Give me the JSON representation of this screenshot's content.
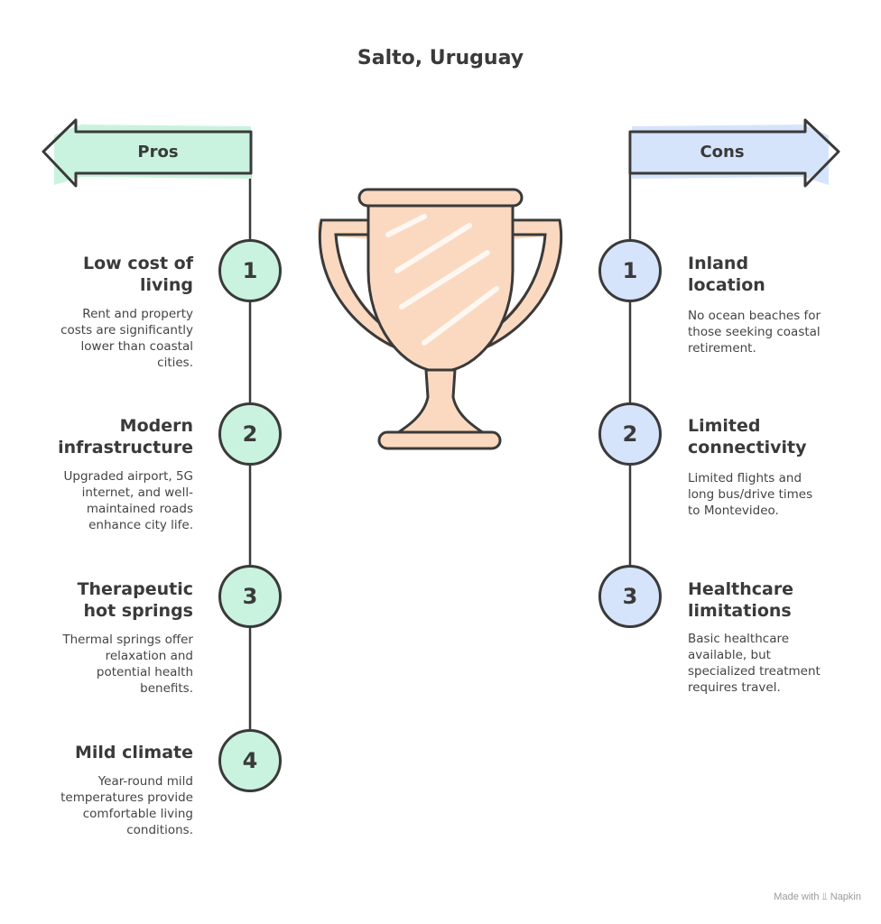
{
  "title": "Salto, Uruguay",
  "pros": {
    "label": "Pros",
    "items": [
      {
        "num": "1",
        "title_line1": "Low cost of",
        "title_line2": "living",
        "desc_lines": [
          "Rent and property",
          "costs are significantly",
          "lower than coastal",
          "cities."
        ]
      },
      {
        "num": "2",
        "title_line1": "Modern",
        "title_line2": "infrastructure",
        "desc_lines": [
          "Upgraded airport, 5G",
          "internet, and well-",
          "maintained roads",
          "enhance city life."
        ]
      },
      {
        "num": "3",
        "title_line1": "Therapeutic",
        "title_line2": "hot springs",
        "desc_lines": [
          "Thermal springs offer",
          "relaxation and",
          "potential health",
          "benefits."
        ]
      },
      {
        "num": "4",
        "title_line1": "Mild climate",
        "title_line2": "",
        "desc_lines": [
          "Year-round mild",
          "temperatures provide",
          "comfortable living",
          "conditions."
        ]
      }
    ]
  },
  "cons": {
    "label": "Cons",
    "items": [
      {
        "num": "1",
        "title_line1": "Inland",
        "title_line2": "location",
        "desc_lines": [
          "No ocean beaches for",
          "those seeking coastal",
          "retirement."
        ]
      },
      {
        "num": "2",
        "title_line1": "Limited",
        "title_line2": "connectivity",
        "desc_lines": [
          "Limited flights and",
          "long bus/drive times",
          "to Montevideo."
        ]
      },
      {
        "num": "3",
        "title_line1": "Healthcare",
        "title_line2": "limitations",
        "desc_lines": [
          "Basic healthcare",
          "available, but",
          "specialized treatment",
          "requires travel."
        ]
      }
    ]
  },
  "footer": {
    "made_with": "Made with",
    "brand": "Napkin"
  },
  "colors": {
    "pro_fill": "#c9f3df",
    "con_fill": "#d6e4fb",
    "trophy_fill": "#fbd9c0",
    "stroke": "#3a3a3a"
  },
  "icons": {
    "center": "trophy-icon",
    "pros_arrow": "left-arrow-icon",
    "cons_arrow": "right-arrow-icon",
    "brand": "napkin-logo-icon"
  }
}
